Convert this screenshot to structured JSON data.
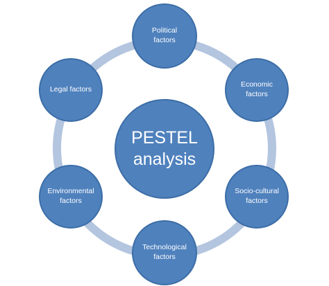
{
  "diagram": {
    "center": {
      "label": "PESTEL\nanalysis"
    },
    "nodes": [
      {
        "label": "Political\nfactors"
      },
      {
        "label": "Economic\nfactors"
      },
      {
        "label": "Socio-cultural\nfactors"
      },
      {
        "label": "Technological\nfactors"
      },
      {
        "label": "Environmental\nfactors"
      },
      {
        "label": "Legal factors"
      }
    ],
    "colors": {
      "node_fill": "#4f81bd",
      "node_border": "#3c6da6",
      "ring": "#b3c5df",
      "text": "#ffffff"
    }
  }
}
